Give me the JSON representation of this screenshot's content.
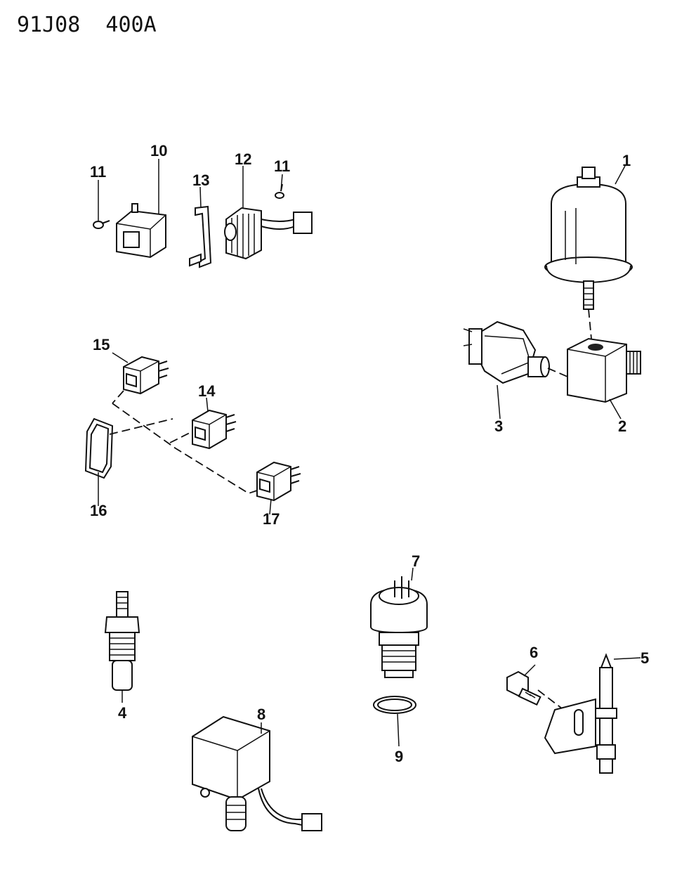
{
  "diagram_code": "91J08  400A",
  "callouts": {
    "c1": "1",
    "c2": "2",
    "c3": "3",
    "c4": "4",
    "c5": "5",
    "c6": "6",
    "c7": "7",
    "c8": "8",
    "c9": "9",
    "c10": "10",
    "c11a": "11",
    "c11b": "11",
    "c12": "12",
    "c13": "13",
    "c14": "14",
    "c15": "15",
    "c16": "16",
    "c17": "17"
  }
}
